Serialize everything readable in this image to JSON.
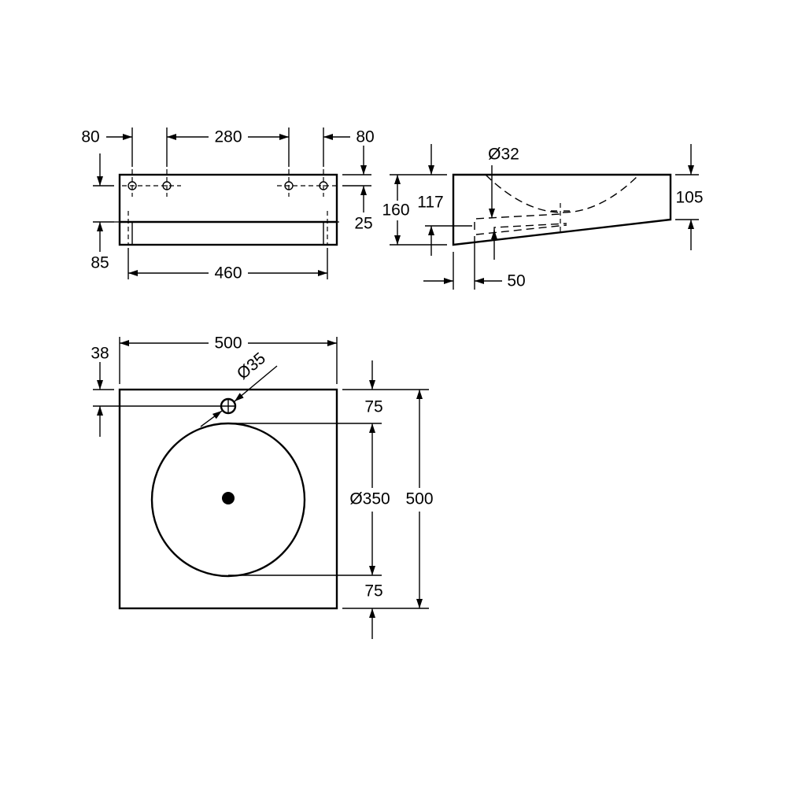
{
  "front_view": {
    "dim_left_80": "80",
    "dim_280": "280",
    "dim_right_80": "80",
    "dim_25": "25",
    "dim_85": "85",
    "dim_460": "460"
  },
  "side_view": {
    "dim_diameter_32": "Ø32",
    "dim_160": "160",
    "dim_117": "117",
    "dim_105": "105",
    "dim_50": "50"
  },
  "top_view": {
    "dim_width_500": "500",
    "dim_38": "38",
    "dim_diameter_35": "Ø35",
    "dim_top_75": "75",
    "dim_diameter_350": "Ø350",
    "dim_height_500": "500",
    "dim_bottom_75": "75"
  }
}
